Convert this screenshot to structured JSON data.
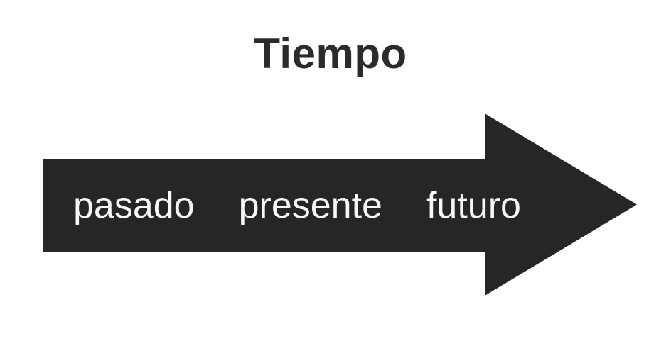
{
  "title": {
    "text": "Tiempo"
  },
  "labels": [
    "pasado",
    "presente",
    "futuro"
  ],
  "colors": {
    "background": "#ffffff",
    "arrow": "#262626",
    "title_text": "#2b2b2b",
    "label_text": "#f7f7f7"
  }
}
